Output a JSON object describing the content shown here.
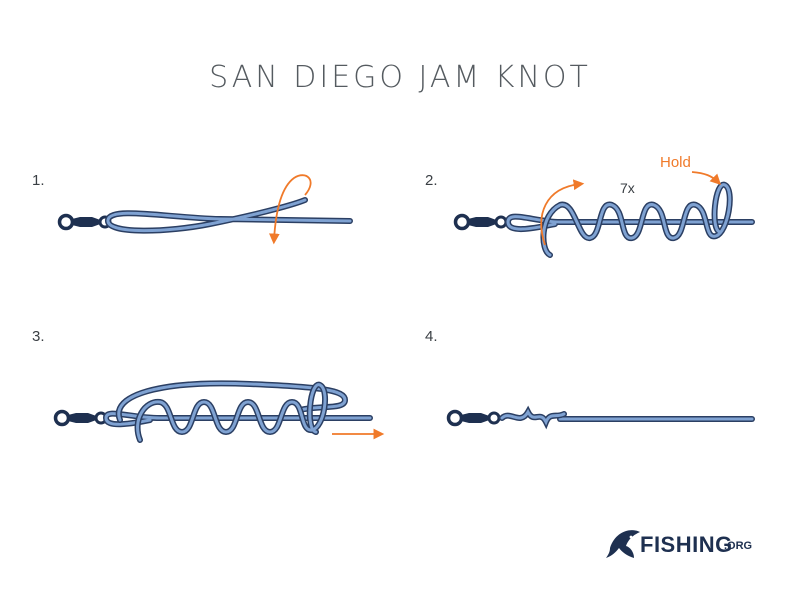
{
  "title": "SAN DIEGO JAM KNOT",
  "steps": [
    {
      "label": "1."
    },
    {
      "label": "2.",
      "annotations": {
        "wraps": "7x",
        "hold": "Hold"
      }
    },
    {
      "label": "3."
    },
    {
      "label": "4."
    }
  ],
  "logo": {
    "name": "FISHING",
    "suffix": ".ORG",
    "icon": "fish-logo-icon"
  },
  "colors": {
    "line_fill": "#7fa2d2",
    "line_stroke": "#2b3f63",
    "swivel": "#1e3050",
    "arrow": "#f07a2a",
    "text": "#555b60"
  }
}
